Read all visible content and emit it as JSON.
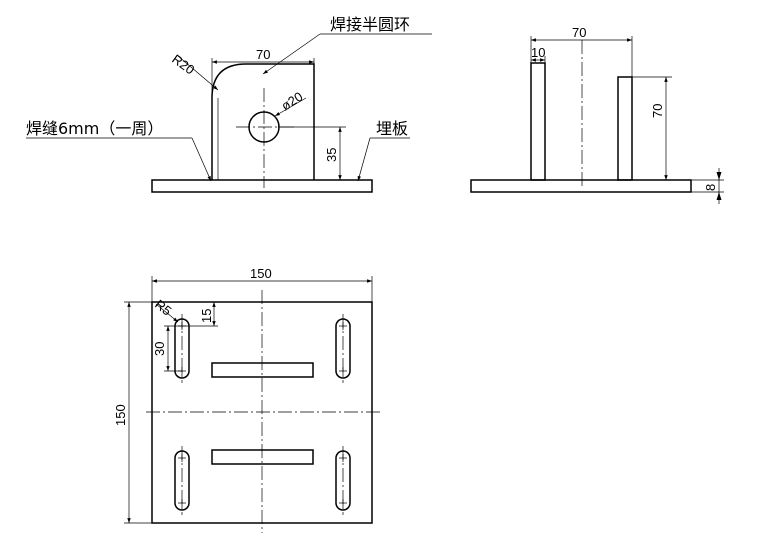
{
  "labels": {
    "weld_ring": "焊接半圆环",
    "weld_seam": "焊缝6mm（一周）",
    "embed_plate": "埋板"
  },
  "dimensions": {
    "front_width": "70",
    "front_radius": "R20",
    "hole_dia": "ø20",
    "hole_height": "35",
    "side_width": "70",
    "side_thick": "10",
    "side_height": "70",
    "plate_thick": "8",
    "plan_width": "150",
    "plan_height": "150",
    "slot_radius": "R5",
    "slot_offset": "15",
    "slot_length": "30"
  }
}
